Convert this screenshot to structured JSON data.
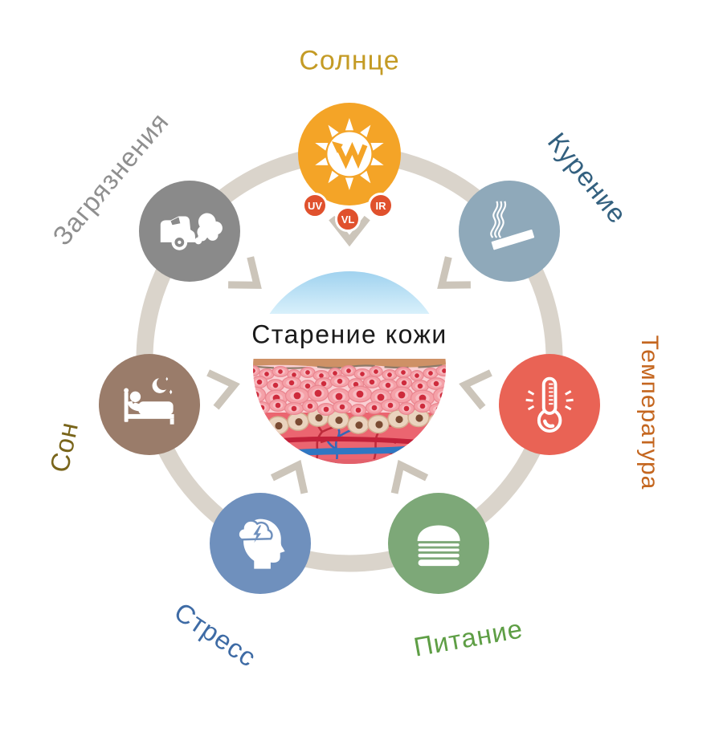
{
  "title": {
    "text": "Старение кожи",
    "color": "#1a1a1a"
  },
  "ring_color": "#DAD4CB",
  "chevron_color": "#CCC5BA",
  "center": {
    "sky_color": "#A0D2EF",
    "icon": "skin-cross-section-illustration"
  },
  "factors": [
    {
      "id": "sun",
      "label": "Солнце",
      "label_color": "#C49B25",
      "circle_color": "#F4A427",
      "icon": "sun-icon",
      "badge_color": "#E0512D",
      "badges": [
        {
          "text": "UV"
        },
        {
          "text": "VL"
        },
        {
          "text": "IR"
        }
      ]
    },
    {
      "id": "smoking",
      "label": "Курение",
      "label_color": "#33607F",
      "circle_color": "#8FA9BA",
      "icon": "cigarette-icon"
    },
    {
      "id": "temperature",
      "label": "Температура",
      "label_color": "#C4661F",
      "circle_color": "#E96355",
      "icon": "thermometer-icon"
    },
    {
      "id": "nutrition",
      "label": "Питание",
      "label_color": "#5E9E45",
      "circle_color": "#7DA878",
      "icon": "burger-icon"
    },
    {
      "id": "stress",
      "label": "Стресс",
      "label_color": "#3E6BA5",
      "circle_color": "#6F90BD",
      "icon": "stressed-head-icon"
    },
    {
      "id": "sleep",
      "label": "Сон",
      "label_color": "#79651B",
      "circle_color": "#9A7C6A",
      "icon": "sleep-bed-icon"
    },
    {
      "id": "pollution",
      "label": "Загрязнения",
      "label_color": "#8F8F8F",
      "circle_color": "#8A8A8A",
      "icon": "car-exhaust-icon"
    }
  ]
}
